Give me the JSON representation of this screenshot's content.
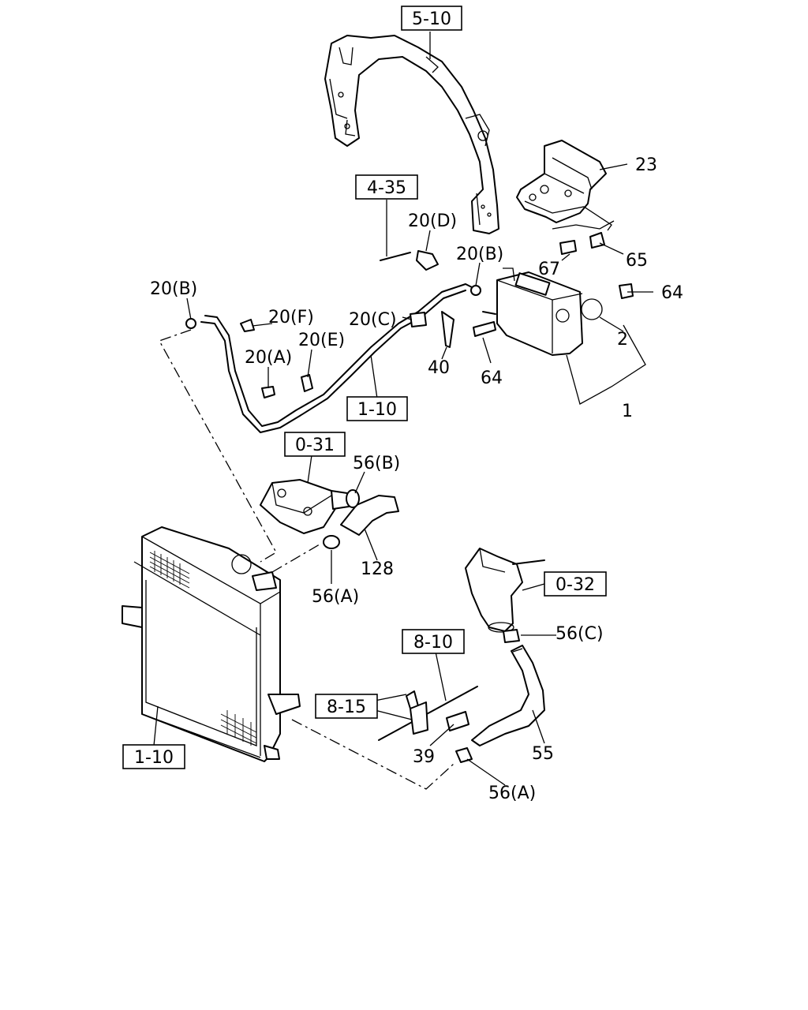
{
  "reference_boxes": {
    "r_5_10": "5-10",
    "r_4_35": "4-35",
    "r_1_10_hose": "1-10",
    "r_0_31": "0-31",
    "r_0_32": "0-32",
    "r_8_10": "8-10",
    "r_8_15": "8-15",
    "r_1_10_radiator": "1-10"
  },
  "callouts": {
    "c23": "23",
    "c65": "65",
    "c67": "67",
    "c64_right": "64",
    "c2": "2",
    "c1": "1",
    "c64_left": "64",
    "c40": "40",
    "c20D": "20(D)",
    "c20B_top": "20(B)",
    "c20C": "20(C)",
    "c20B_left": "20(B)",
    "c20F": "20(F)",
    "c20E": "20(E)",
    "c20A": "20(A)",
    "c56B": "56(B)",
    "c128": "128",
    "c56A_top": "56(A)",
    "c56C": "56(C)",
    "c55": "55",
    "c39": "39",
    "c56A_bottom": "56(A)"
  }
}
